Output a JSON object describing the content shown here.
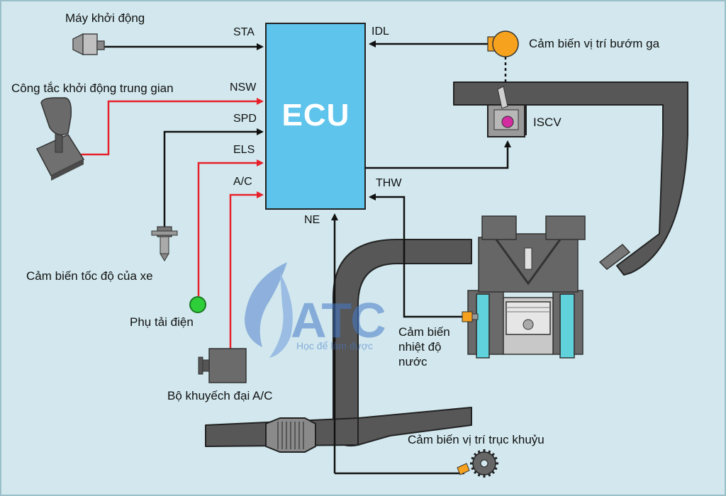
{
  "ecu": {
    "label": "ECU"
  },
  "signals": {
    "sta": "STA",
    "nsw": "NSW",
    "spd": "SPD",
    "els": "ELS",
    "ac": "A/C",
    "ne": "NE",
    "idl": "IDL",
    "thw": "THW"
  },
  "components": {
    "starter": "Máy khởi động",
    "neutral_switch": "Công tắc khởi động trung gian",
    "speed_sensor": "Cảm biến tốc độ của xe",
    "electrical_load": "Phụ tải điện",
    "ac_amplifier": "Bộ khuyếch đại A/C",
    "throttle_sensor": "Cảm biến vị trí bướm ga",
    "iscv": "ISCV",
    "coolant_sensor_l1": "Cảm biến",
    "coolant_sensor_l2": "nhiệt độ",
    "coolant_sensor_l3": "nước",
    "crank_sensor": "Cảm biến vị trí trục khuỷu"
  },
  "watermark": {
    "brand": "ATC",
    "slogan": "Học để làm được"
  },
  "colors": {
    "ecu": "#5ec4ec",
    "signal_red": "#e8202a",
    "signal_black": "#111111",
    "pipe": "#575757",
    "background": "#d2e8ee",
    "throttle": "#f6a21e",
    "load": "#2ece3a"
  }
}
